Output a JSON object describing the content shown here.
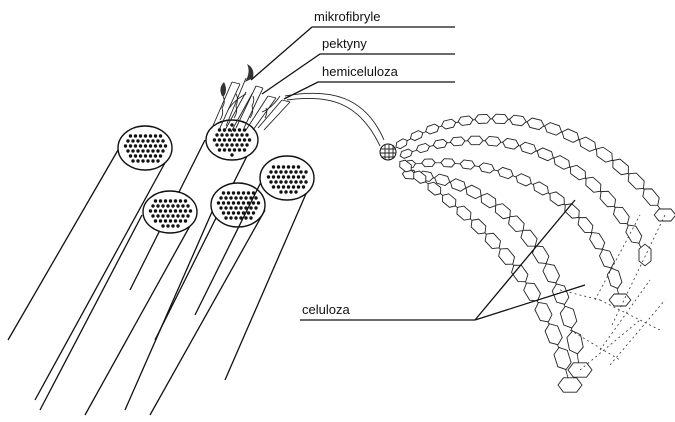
{
  "labels": {
    "microfibrils": "mikrofibryle",
    "pectins": "pektyny",
    "hemicellulose": "hemiceluloza",
    "cellulose": "celuloza"
  }
}
